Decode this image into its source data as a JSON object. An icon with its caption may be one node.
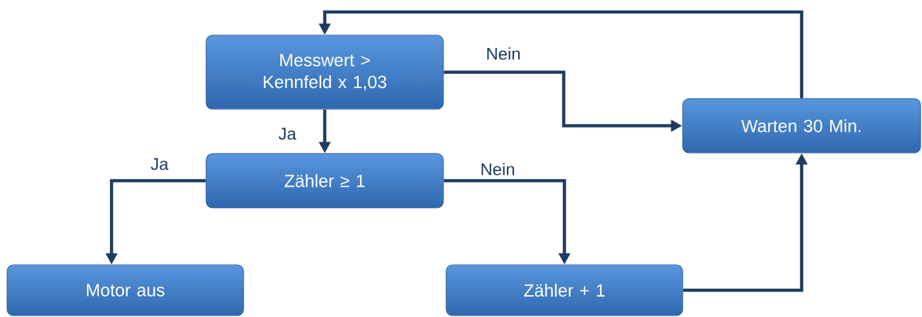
{
  "diagram": {
    "nodes": [
      {
        "text": [
          "Messwert > Kennfeld x 1,03"
        ]
      },
      {
        "text": [
          "Zähler ≥ 1"
        ]
      },
      {
        "text": [
          "Warten 30 Min."
        ]
      },
      {
        "text": [
          "Motor aus"
        ]
      },
      {
        "text": [
          "Zähler + 1"
        ]
      }
    ],
    "edges": [
      {
        "from": 0,
        "to": 1,
        "arrow": "to",
        "label": "Ja"
      },
      {
        "from": 0,
        "to": 2,
        "arrow": "to",
        "label": "Nein"
      },
      {
        "from": 1,
        "to": 3,
        "arrow": "to",
        "label": "Ja"
      },
      {
        "from": 1,
        "to": 4,
        "arrow": "to",
        "label": "Nein"
      },
      {
        "from": 4,
        "to": 2,
        "arrow": "to"
      },
      {
        "from": 2,
        "to": 0,
        "arrow": "to"
      }
    ]
  }
}
